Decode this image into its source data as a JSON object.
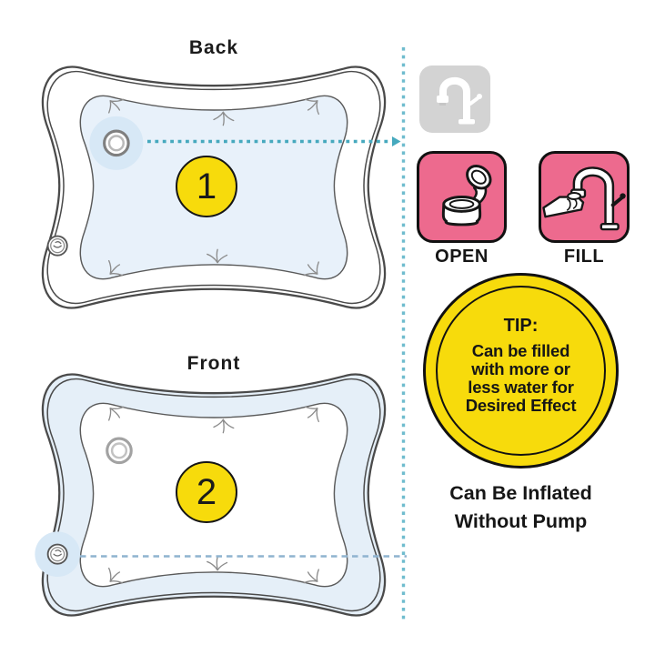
{
  "back_panel": {
    "title": "Back",
    "marker": "1"
  },
  "front_panel": {
    "title": "Front",
    "marker": "2"
  },
  "steps": {
    "open_label": "OPEN",
    "fill_label": "FILL"
  },
  "tip": {
    "heading": "TIP:",
    "lines": [
      "Can be filled",
      "with more or",
      "less water for",
      "Desired Effect"
    ]
  },
  "note": {
    "line1": "Can Be Inflated",
    "line2": "Without Pump"
  },
  "icons": {
    "water_source": "faucet-icon",
    "open_step": "open-valve-icon",
    "fill_step": "fill-faucet-icon",
    "mat_fill_valve": "water-valve-icon",
    "mat_corner_valve": "corner-valve-icon"
  },
  "colors": {
    "accent_pink": "#ED6A8E",
    "highlight_yellow": "#F7DB0C",
    "teal_dash": "#46A9BE",
    "divider_dash": "#6FBCCE",
    "front_dash": "#8FB3CF",
    "mat_inner_blue": "#E8F1FA",
    "mat_ring_blue": "#E5EFF8",
    "glow_blue": "#D7E8F6",
    "card_gray": "#D3D3D3",
    "text_black": "#1A1A1A"
  }
}
